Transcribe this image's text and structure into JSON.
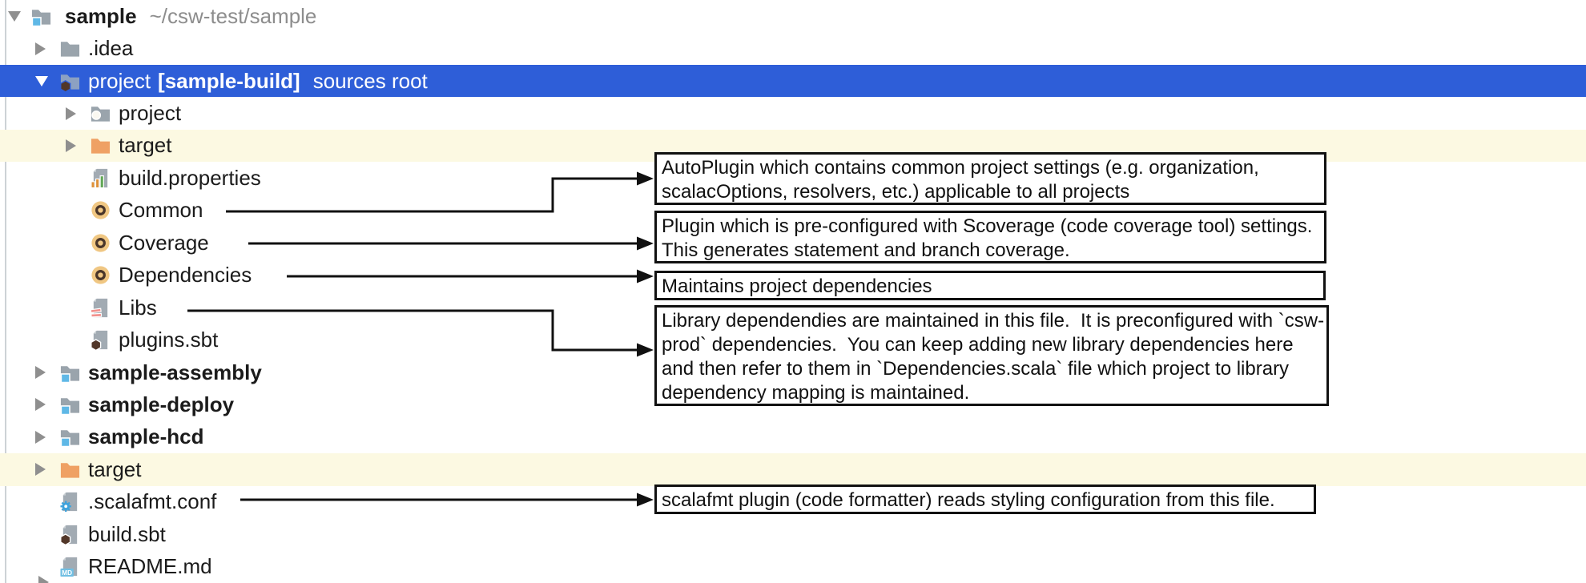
{
  "tree": {
    "items": [
      {
        "id": "sample-root",
        "label": "sample",
        "suffix": "~/csw-test/sample",
        "icon": "project-folder",
        "chevron": "expanded",
        "level": 0,
        "bold": true
      },
      {
        "id": "idea-folder",
        "label": ".idea",
        "icon": "folder",
        "chevron": "collapsed",
        "level": 1
      },
      {
        "id": "project-sample-build",
        "label": "project",
        "tag": "[sample-build]",
        "suffix": "sources root",
        "icon": "sbt-folder",
        "chevron": "expanded",
        "level": 1,
        "selected": true
      },
      {
        "id": "project-inner",
        "label": "project",
        "icon": "build-folder",
        "chevron": "collapsed",
        "level": 2
      },
      {
        "id": "target-inner",
        "label": "target",
        "icon": "excluded-folder",
        "chevron": "collapsed",
        "level": 2,
        "highlighted": true
      },
      {
        "id": "build-properties",
        "label": "build.properties",
        "icon": "properties-file",
        "level": 2
      },
      {
        "id": "common",
        "label": "Common",
        "icon": "scala-object",
        "level": 2
      },
      {
        "id": "coverage",
        "label": "Coverage",
        "icon": "scala-object",
        "level": 2
      },
      {
        "id": "dependencies",
        "label": "Dependencies",
        "icon": "scala-object",
        "level": 2
      },
      {
        "id": "libs",
        "label": "Libs",
        "icon": "scala-file",
        "level": 2
      },
      {
        "id": "plugins-sbt",
        "label": "plugins.sbt",
        "icon": "sbt-file",
        "level": 2
      },
      {
        "id": "sample-assembly",
        "label": "sample-assembly",
        "icon": "module-folder",
        "chevron": "collapsed",
        "level": 1,
        "bold": true
      },
      {
        "id": "sample-deploy",
        "label": "sample-deploy",
        "icon": "module-folder",
        "chevron": "collapsed",
        "level": 1,
        "bold": true
      },
      {
        "id": "sample-hcd",
        "label": "sample-hcd",
        "icon": "module-folder",
        "chevron": "collapsed",
        "level": 1,
        "bold": true
      },
      {
        "id": "target-outer",
        "label": "target",
        "icon": "excluded-folder",
        "chevron": "collapsed",
        "level": 1,
        "highlighted": true
      },
      {
        "id": "scalafmt-conf",
        "label": ".scalafmt.conf",
        "icon": "config-file",
        "level": 1
      },
      {
        "id": "build-sbt",
        "label": "build.sbt",
        "icon": "sbt-file",
        "level": 1
      },
      {
        "id": "readme",
        "label": "README.md",
        "icon": "markdown-file",
        "level": 1
      }
    ]
  },
  "annotations": [
    {
      "id": "common",
      "target": "Common",
      "text": "AutoPlugin which contains common project settings (e.g. organization,\nscalacOptions, resolvers, etc.) applicable to all projects"
    },
    {
      "id": "coverage",
      "target": "Coverage",
      "text": "Plugin which is pre-configured with Scoverage (code coverage tool) settings.\nThis generates statement and branch coverage."
    },
    {
      "id": "dependencies",
      "target": "Dependencies",
      "text": "Maintains project dependencies"
    },
    {
      "id": "libs",
      "target": "Libs",
      "text": "Library dependendies are maintained in this file.  It is preconfigured with `csw-\nprod` dependencies.  You can keep adding new library dependencies here\nand then refer to them in `Dependencies.scala` file which project to library\ndependency mapping is maintained."
    },
    {
      "id": "scalafmt",
      "target": ".scalafmt.conf",
      "text": "scalafmt plugin (code formatter) reads styling configuration from this file."
    }
  ],
  "colors": {
    "selection_blue": "#2E5ED8",
    "highlight_yellow": "#FCF9E2",
    "tree_text": "#1B1B1B",
    "path_gray": "#8D8D8D",
    "chevron_gray": "#8F8F8F",
    "folder_gray": "#9AA4AC",
    "selected_folder_slate": "#8CA1C2",
    "excluded_folder_orange": "#EFA164",
    "module_square_blue": "#5FB8E6",
    "sbt_badge_brown": "#523729",
    "scala_object_fill": "#F0C783",
    "scala_object_ring": "#4A362A",
    "properties_bar_orange": "#DE9038",
    "properties_bar_green": "#61A756",
    "scala_file_pink": "#F2908C",
    "gear_blue": "#3FA3DC",
    "markdown_blue": "#71BFE3",
    "file_gray": "#A2ABB3",
    "file_fold_gray": "#CBD1D5",
    "annotation_ink": "#111111"
  }
}
